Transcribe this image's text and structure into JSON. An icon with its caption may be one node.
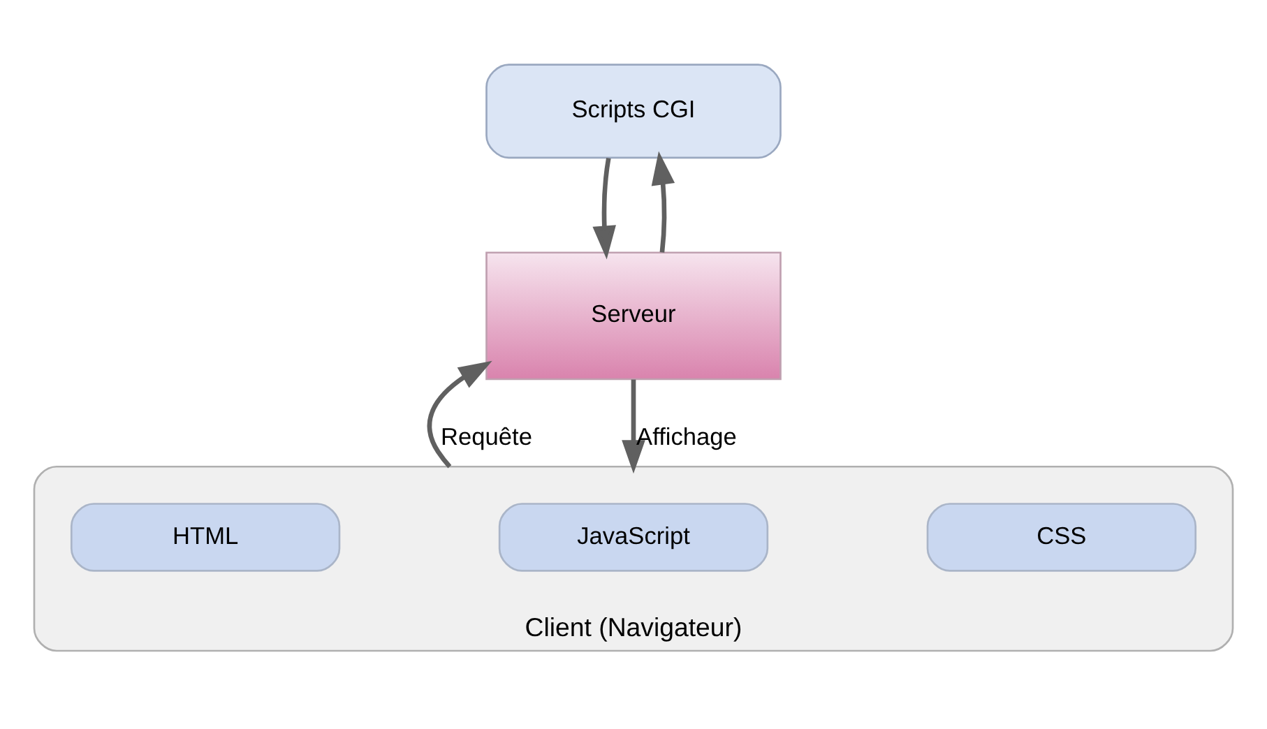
{
  "diagram": {
    "nodes": [
      {
        "text": [
          "Scripts CGI"
        ]
      },
      {
        "text": [
          "Serveur"
        ]
      },
      {
        "text": [
          "Client (Navigateur)"
        ]
      },
      {
        "text": [
          "HTML"
        ],
        "in": 2
      },
      {
        "text": [
          "JavaScript"
        ],
        "in": 2
      },
      {
        "text": [
          "CSS"
        ],
        "in": 2
      }
    ],
    "edges": [
      {
        "from": 1,
        "to": 0,
        "arrow": "to"
      },
      {
        "from": 0,
        "to": 1,
        "arrow": "to"
      },
      {
        "from": 2,
        "to": 1,
        "arrow": "to",
        "label": "Requête"
      },
      {
        "from": 1,
        "to": 2,
        "arrow": "to",
        "label": "Affichage"
      }
    ]
  }
}
